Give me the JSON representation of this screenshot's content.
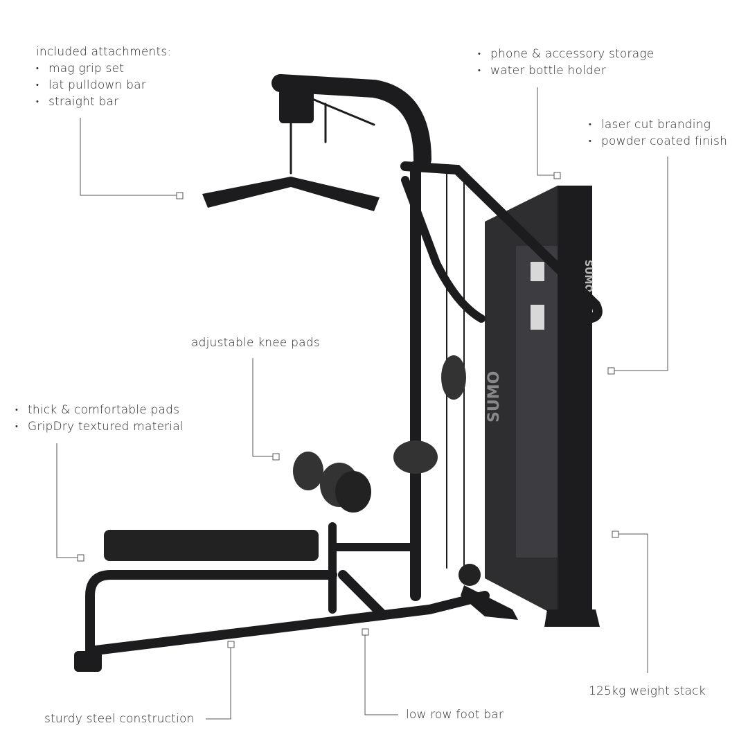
{
  "callouts": {
    "attachments": {
      "heading": "included attachments:",
      "items": [
        "mag grip set",
        "lat pulldown bar",
        "straight bar"
      ]
    },
    "storage": {
      "items": [
        "phone & accessory storage",
        "water bottle holder"
      ]
    },
    "branding": {
      "items": [
        "laser cut branding",
        "powder coated finish"
      ]
    },
    "knee_pads": {
      "text": "adjustable knee pads"
    },
    "pads": {
      "items": [
        "thick & comfortable pads",
        "GripDry textured material"
      ]
    },
    "weight_stack": {
      "text": "125kg weight stack"
    },
    "construction": {
      "text": "sturdy steel construction"
    },
    "foot_bar": {
      "text": "low row foot bar"
    }
  },
  "brand": {
    "logo_text": "SUMO"
  },
  "colors": {
    "frame": "#1c1c1e",
    "stack": "#3a3a3d",
    "leader": "#555555"
  }
}
